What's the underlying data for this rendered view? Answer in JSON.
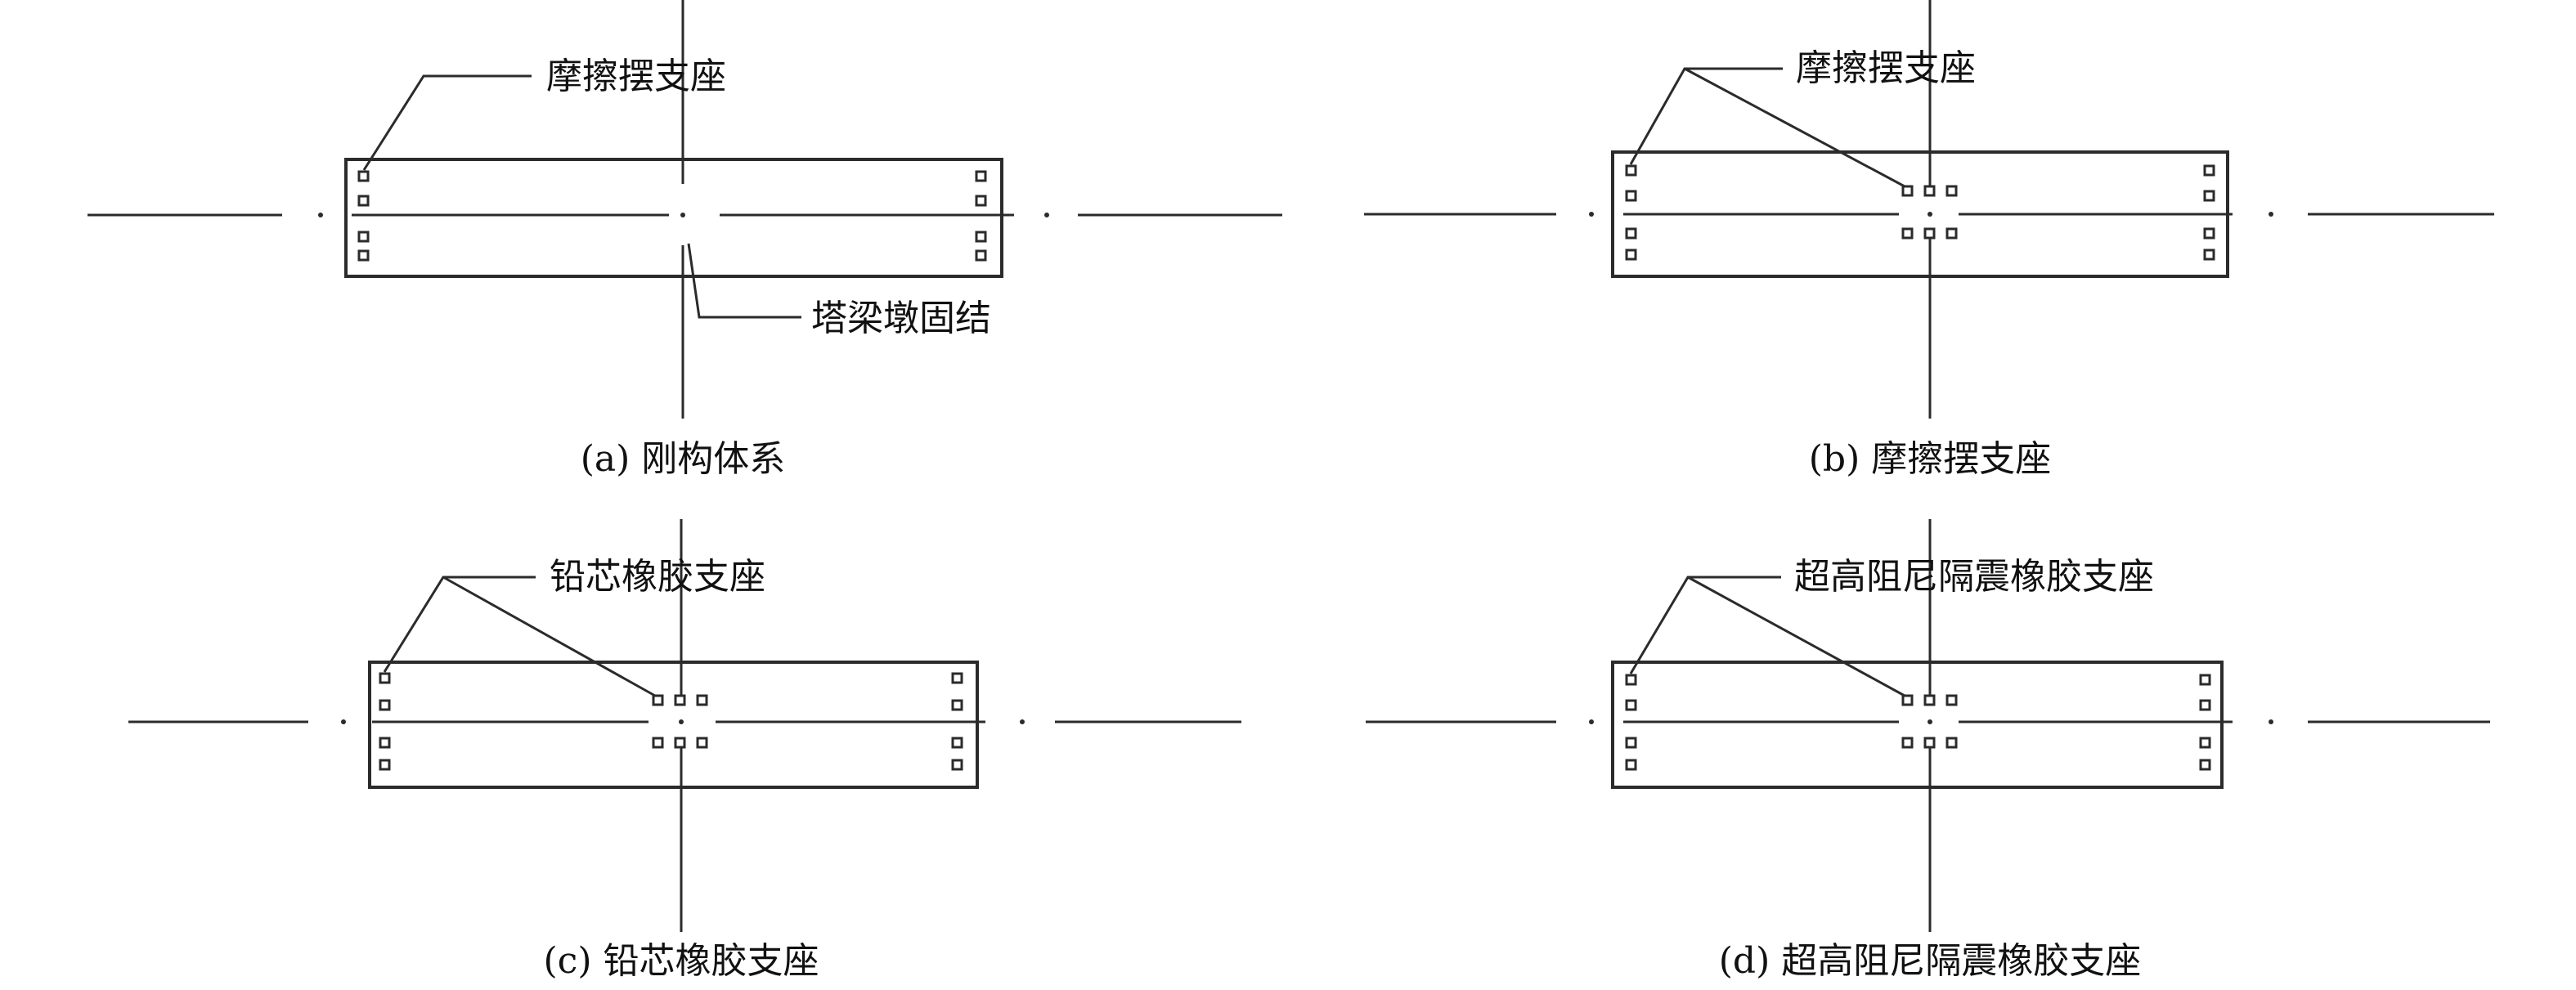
{
  "panels": [
    {
      "id": "a",
      "caption": "(a) 刚构体系",
      "labels": [
        "摩擦摆支座",
        "塔梁墩固结"
      ]
    },
    {
      "id": "b",
      "caption": "(b) 摩擦摆支座",
      "labels": [
        "摩擦摆支座"
      ]
    },
    {
      "id": "c",
      "caption": "(c) 铅芯橡胶支座",
      "labels": [
        "铅芯橡胶支座"
      ]
    },
    {
      "id": "d",
      "caption": "(d) 超高阻尼隔震橡胶支座",
      "labels": [
        "超高阻尼隔震橡胶支座"
      ]
    }
  ],
  "colors": {
    "stroke": "#2b2b2b",
    "text": "#111111",
    "background": "#ffffff"
  }
}
